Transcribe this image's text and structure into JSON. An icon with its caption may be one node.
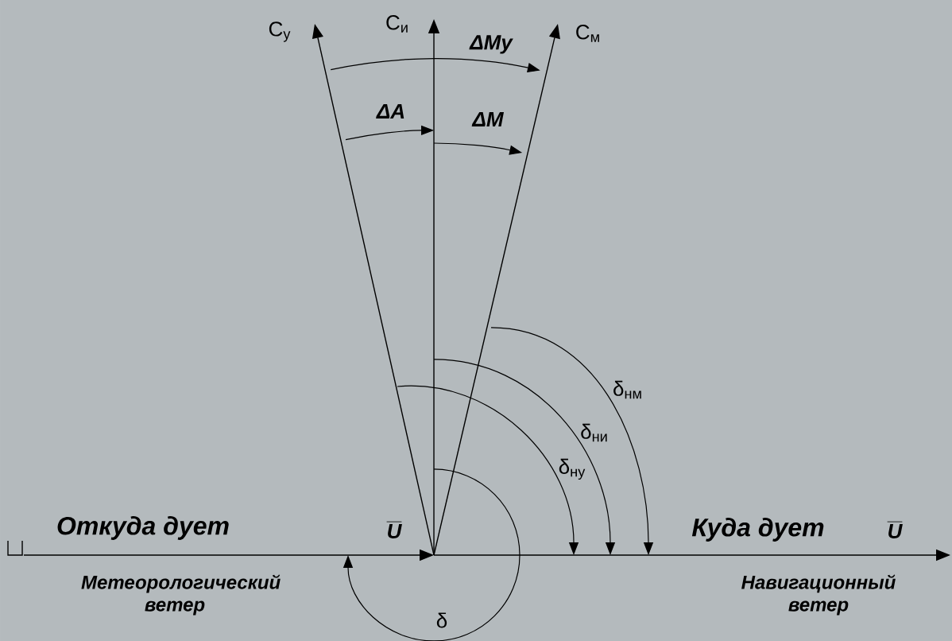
{
  "diagram": {
    "labels": [
      "С$_{у}$",
      "С$_{и}$",
      "С$_{м}$",
      "ΔMу",
      "ΔA",
      "ΔM",
      "δ$_{нм}$",
      "δ$_{ни}$",
      "δ$_{ну}$",
      "Откуда дует",
      "U",
      "Куда дует",
      "U",
      "Метеорологический ветер",
      "Навигационный ветер",
      "δ"
    ]
  }
}
